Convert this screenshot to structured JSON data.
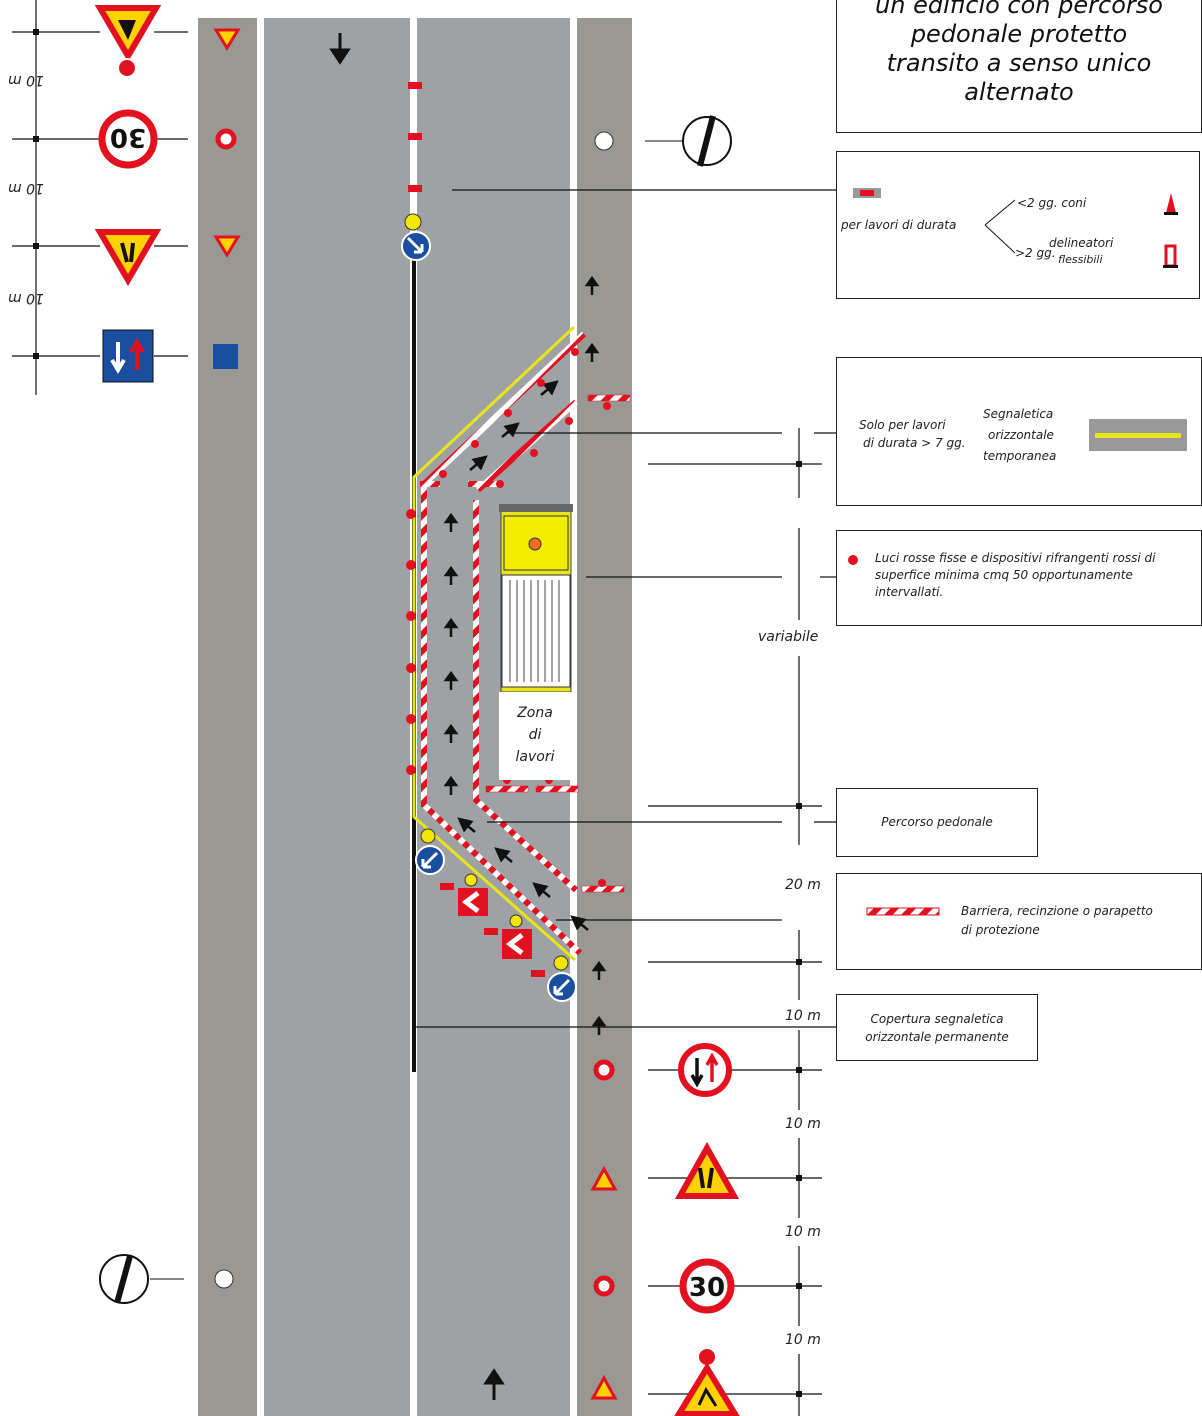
{
  "title_lines": [
    "un edificio con percorso",
    "pedonale protetto",
    "transito a senso unico",
    "alternato"
  ],
  "legend": {
    "cones": {
      "intro": "per lavori di durata",
      "short": "<2 gg. coni",
      "long_prefix": ">2 gg.",
      "long_line1": "delineatori",
      "long_line2": "flessibili"
    },
    "temporary_marking": {
      "note_line1": "Solo per lavori",
      "note_line2": "di durata > 7 gg.",
      "label_line1": "Segnaletica",
      "label_line2": "orizzontale",
      "label_line3": "temporanea"
    },
    "lights": {
      "line1": "Luci rosse fisse e dispositivi rifrangenti rossi di",
      "line2": "superfice minima cmq 50 opportunamente",
      "line3": "intervallati."
    },
    "pedestrian": "Percorso pedonale",
    "barrier": {
      "line1": "Barriera, recinzione o parapetto",
      "line2": "di protezione"
    },
    "cover": {
      "line1": "Copertura segnaletica",
      "line2": "orizzontale permanente"
    }
  },
  "zone": [
    "Zona",
    "di",
    "lavori"
  ],
  "distances": {
    "left": [
      "10 m",
      "10 m",
      "10 m"
    ],
    "variable": "variabile",
    "d20": "20 m",
    "right": [
      "10 m",
      "10 m",
      "10 m",
      "10 m"
    ]
  },
  "sign_texts": {
    "speed": "30"
  },
  "colors": {
    "road": "#9fa2a5",
    "shoulder": "#999893",
    "sign_red": "#e3101f",
    "sign_yellow": "#ffd200",
    "sign_blue": "#1a4fa0",
    "marking_yellow": "#e8e41a"
  }
}
